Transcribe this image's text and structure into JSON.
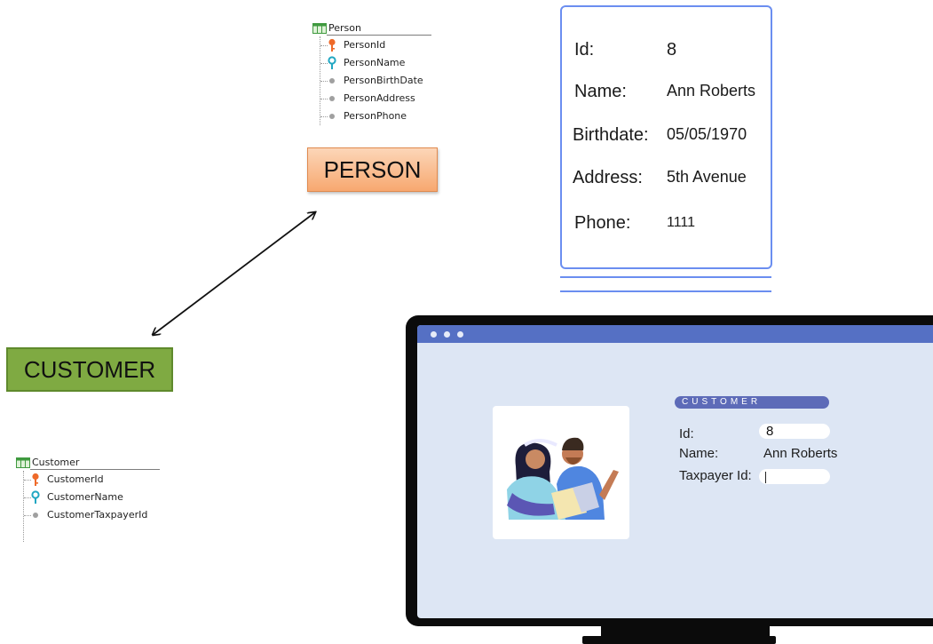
{
  "person_tree": {
    "title": "Person",
    "attributes": [
      {
        "name": "PersonId",
        "icon": "key-icon"
      },
      {
        "name": "PersonName",
        "icon": "search-key-icon"
      },
      {
        "name": "PersonBirthDate",
        "icon": "dot-icon"
      },
      {
        "name": "PersonAddress",
        "icon": "dot-icon"
      },
      {
        "name": "PersonPhone",
        "icon": "dot-icon"
      }
    ]
  },
  "customer_tree": {
    "title": "Customer",
    "attributes": [
      {
        "name": "CustomerId",
        "icon": "key-icon"
      },
      {
        "name": "CustomerName",
        "icon": "search-key-icon"
      },
      {
        "name": "CustomerTaxpayerId",
        "icon": "dot-icon"
      }
    ]
  },
  "person_entity": {
    "label": "PERSON",
    "color": "#f7a870"
  },
  "customer_entity": {
    "label": "CUSTOMER",
    "color": "#7faa42"
  },
  "record_card": {
    "rows": [
      {
        "key": "Id:",
        "value": "8"
      },
      {
        "key": "Name:",
        "value": "Ann Roberts"
      },
      {
        "key": "Birthdate:",
        "value": "05/05/1970"
      },
      {
        "key": "Address:",
        "value": "5th Avenue"
      },
      {
        "key": "Phone:",
        "value": "1111"
      }
    ],
    "accent": "#6b8ef0"
  },
  "screen_form": {
    "header": "CUSTOMER",
    "id_label": "Id:",
    "id_value": "8",
    "name_label": "Name:",
    "name_value": "Ann Roberts",
    "taxpayer_label": "Taxpayer Id:",
    "taxpayer_value": "",
    "titlebar_color": "#5570c4",
    "screen_color": "#dde6f4"
  }
}
